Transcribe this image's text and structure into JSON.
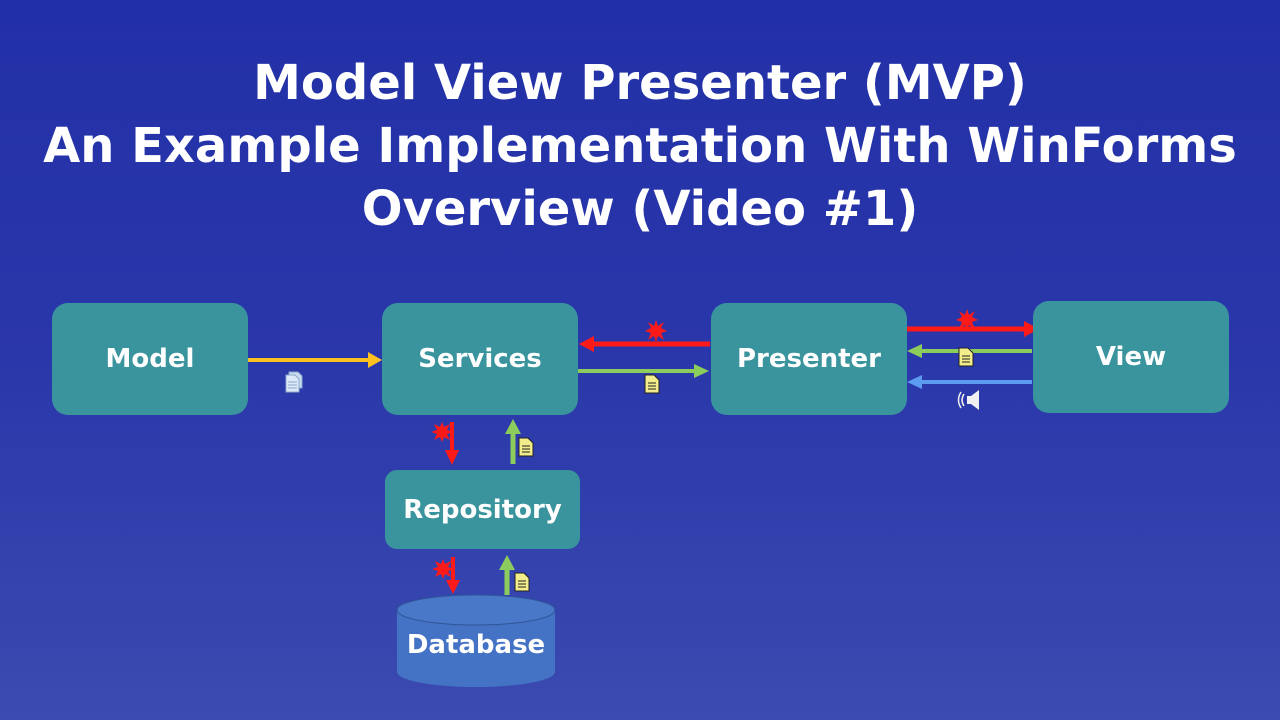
{
  "title": {
    "line1": "Model View Presenter (MVP)",
    "line2": "An Example Implementation With WinForms",
    "line3": "Overview (Video #1)"
  },
  "nodes": {
    "model": "Model",
    "services": "Services",
    "presenter": "Presenter",
    "view": "View",
    "repository": "Repository",
    "database": "Database"
  },
  "colors": {
    "background_top": "#2230a8",
    "background_bottom": "#3b4bb0",
    "node_fill": "#3a949d",
    "database_fill": "#4472c4",
    "arrow_request": "#ff1a1a",
    "arrow_data": "#8ccc5c",
    "arrow_model": "#ffc020",
    "arrow_event": "#5b9cf0"
  },
  "edges": [
    {
      "from": "model",
      "to": "services",
      "color": "arrow_model",
      "icon": "documents-icon"
    },
    {
      "from": "presenter",
      "to": "services",
      "color": "arrow_request",
      "icon": "burst-icon"
    },
    {
      "from": "services",
      "to": "presenter",
      "color": "arrow_data",
      "icon": "document-icon"
    },
    {
      "from": "presenter",
      "to": "view",
      "color": "arrow_request",
      "icon": "burst-icon"
    },
    {
      "from": "view",
      "to": "presenter",
      "color": "arrow_data",
      "icon": "document-icon"
    },
    {
      "from": "view",
      "to": "presenter",
      "color": "arrow_event",
      "icon": "speaker-icon"
    },
    {
      "from": "services",
      "to": "repository",
      "color": "arrow_request",
      "icon": "burst-icon"
    },
    {
      "from": "repository",
      "to": "services",
      "color": "arrow_data",
      "icon": "document-icon"
    },
    {
      "from": "repository",
      "to": "database",
      "color": "arrow_request",
      "icon": "burst-icon"
    },
    {
      "from": "database",
      "to": "repository",
      "color": "arrow_data",
      "icon": "document-icon"
    }
  ]
}
